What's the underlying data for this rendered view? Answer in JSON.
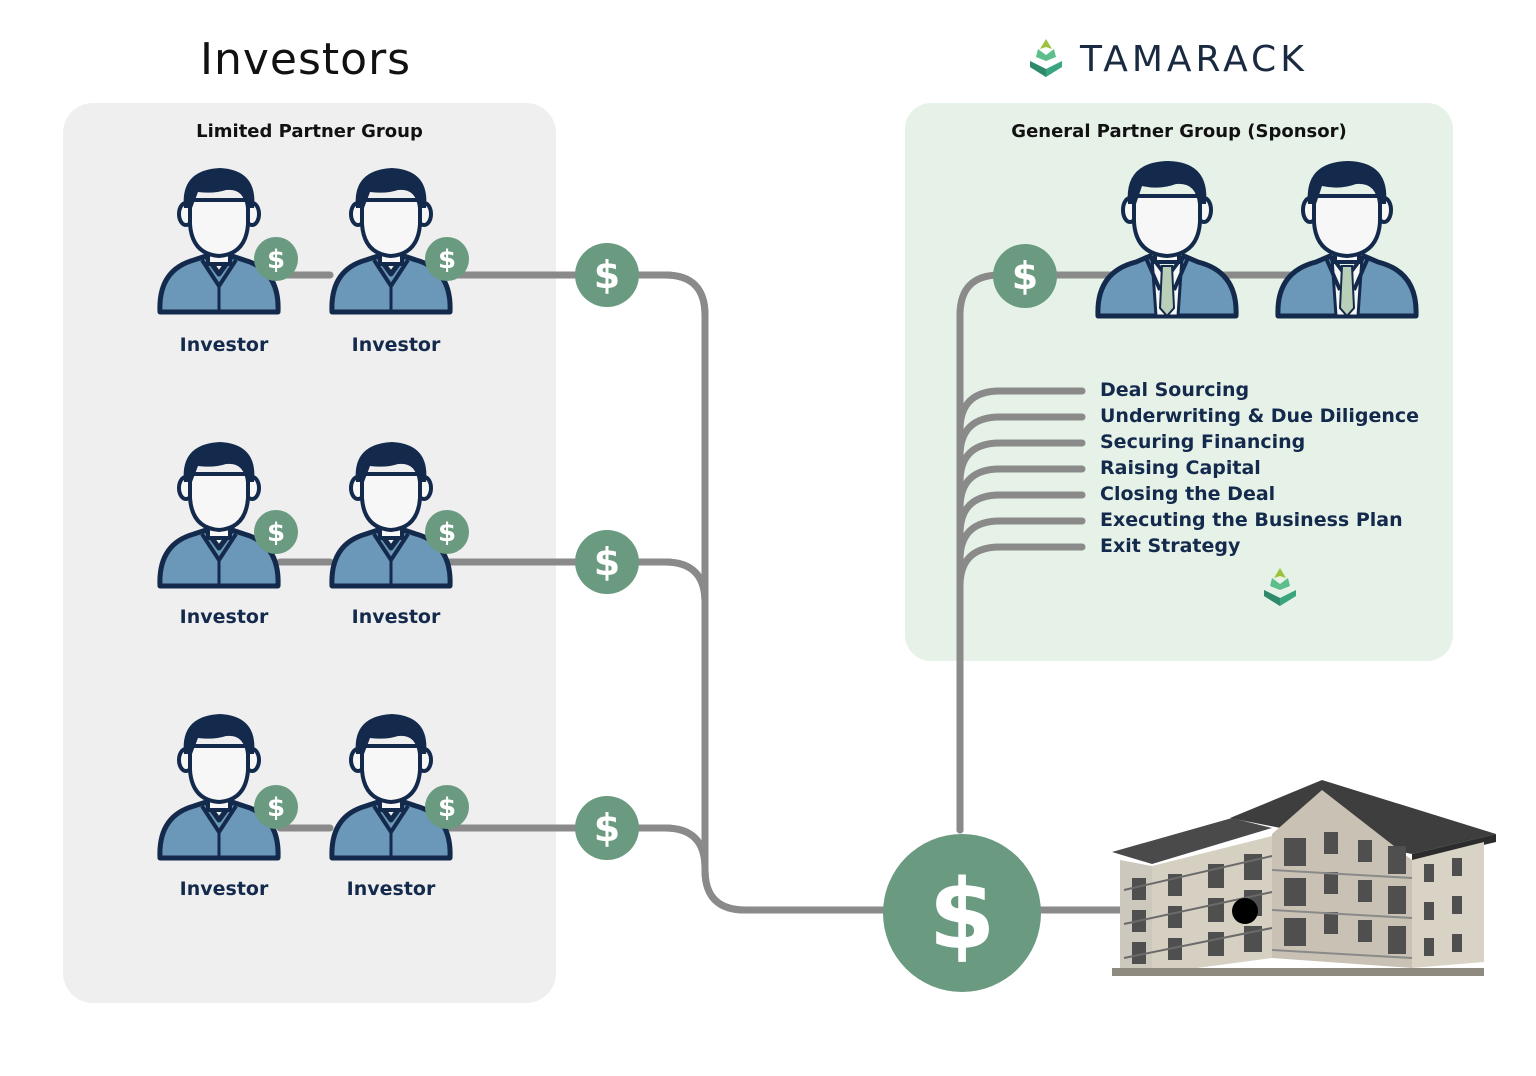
{
  "header": {
    "investors_title": "Investors",
    "brand_name": "TAMARACK"
  },
  "lp_group": {
    "title": "Limited Partner Group",
    "rows": [
      {
        "left_label": "Investor",
        "right_label": "Investor"
      },
      {
        "left_label": "Investor",
        "right_label": "Investor"
      },
      {
        "left_label": "Investor",
        "right_label": "Investor"
      }
    ]
  },
  "gp_group": {
    "title": "General Partner Group (Sponsor)",
    "tasks": [
      "Deal Sourcing",
      "Underwriting & Due Diligence",
      "Securing Financing",
      "Raising Capital",
      "Closing the Deal",
      "Executing the Business Plan",
      "Exit Strategy"
    ]
  },
  "symbols": {
    "currency": "$"
  },
  "colors": {
    "coin_green": "#6a9a80",
    "connector_gray": "#8a8a8a",
    "navy": "#142a4c",
    "shirt_blue": "#6b97b8",
    "lp_background": "#efefef",
    "gp_background": "#e6f1e7"
  }
}
